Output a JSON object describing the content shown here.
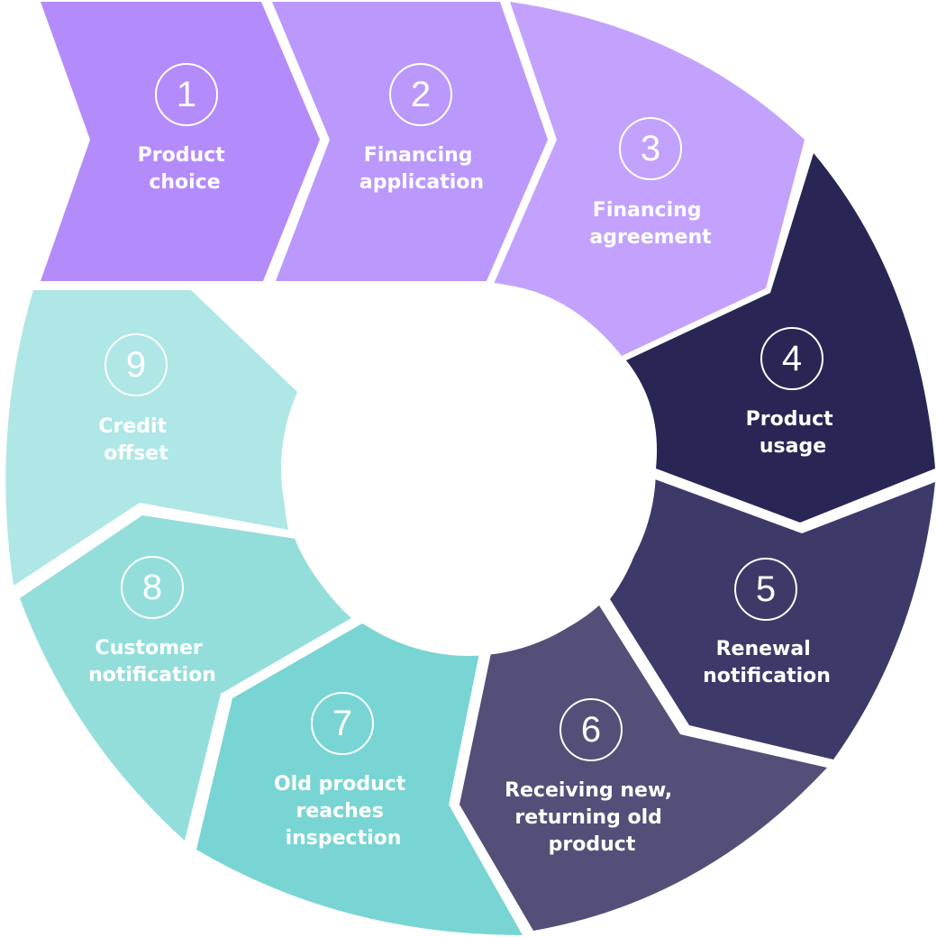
{
  "steps": [
    {
      "number": "1",
      "label_lines": [
        "Product",
        "choice"
      ],
      "color": "#B48BFB"
    },
    {
      "number": "2",
      "label_lines": [
        "Financing",
        "application"
      ],
      "color": "#BA98FC"
    },
    {
      "number": "3",
      "label_lines": [
        "Financing",
        "agreement"
      ],
      "color": "#C3A2FD"
    },
    {
      "number": "4",
      "label_lines": [
        "Product",
        "usage"
      ],
      "color": "#292656"
    },
    {
      "number": "5",
      "label_lines": [
        "Renewal",
        "notification"
      ],
      "color": "#3D3A6A"
    },
    {
      "number": "6",
      "label_lines": [
        "Receiving new,",
        "returning old",
        "product"
      ],
      "color": "#534F78"
    },
    {
      "number": "7",
      "label_lines": [
        "Old product",
        "reaches",
        "inspection"
      ],
      "color": "#79D5D3"
    },
    {
      "number": "8",
      "label_lines": [
        "Customer",
        "notification"
      ],
      "color": "#93DEDB"
    },
    {
      "number": "9",
      "label_lines": [
        "Credit",
        "offset"
      ],
      "color": "#AEE7E5"
    }
  ]
}
